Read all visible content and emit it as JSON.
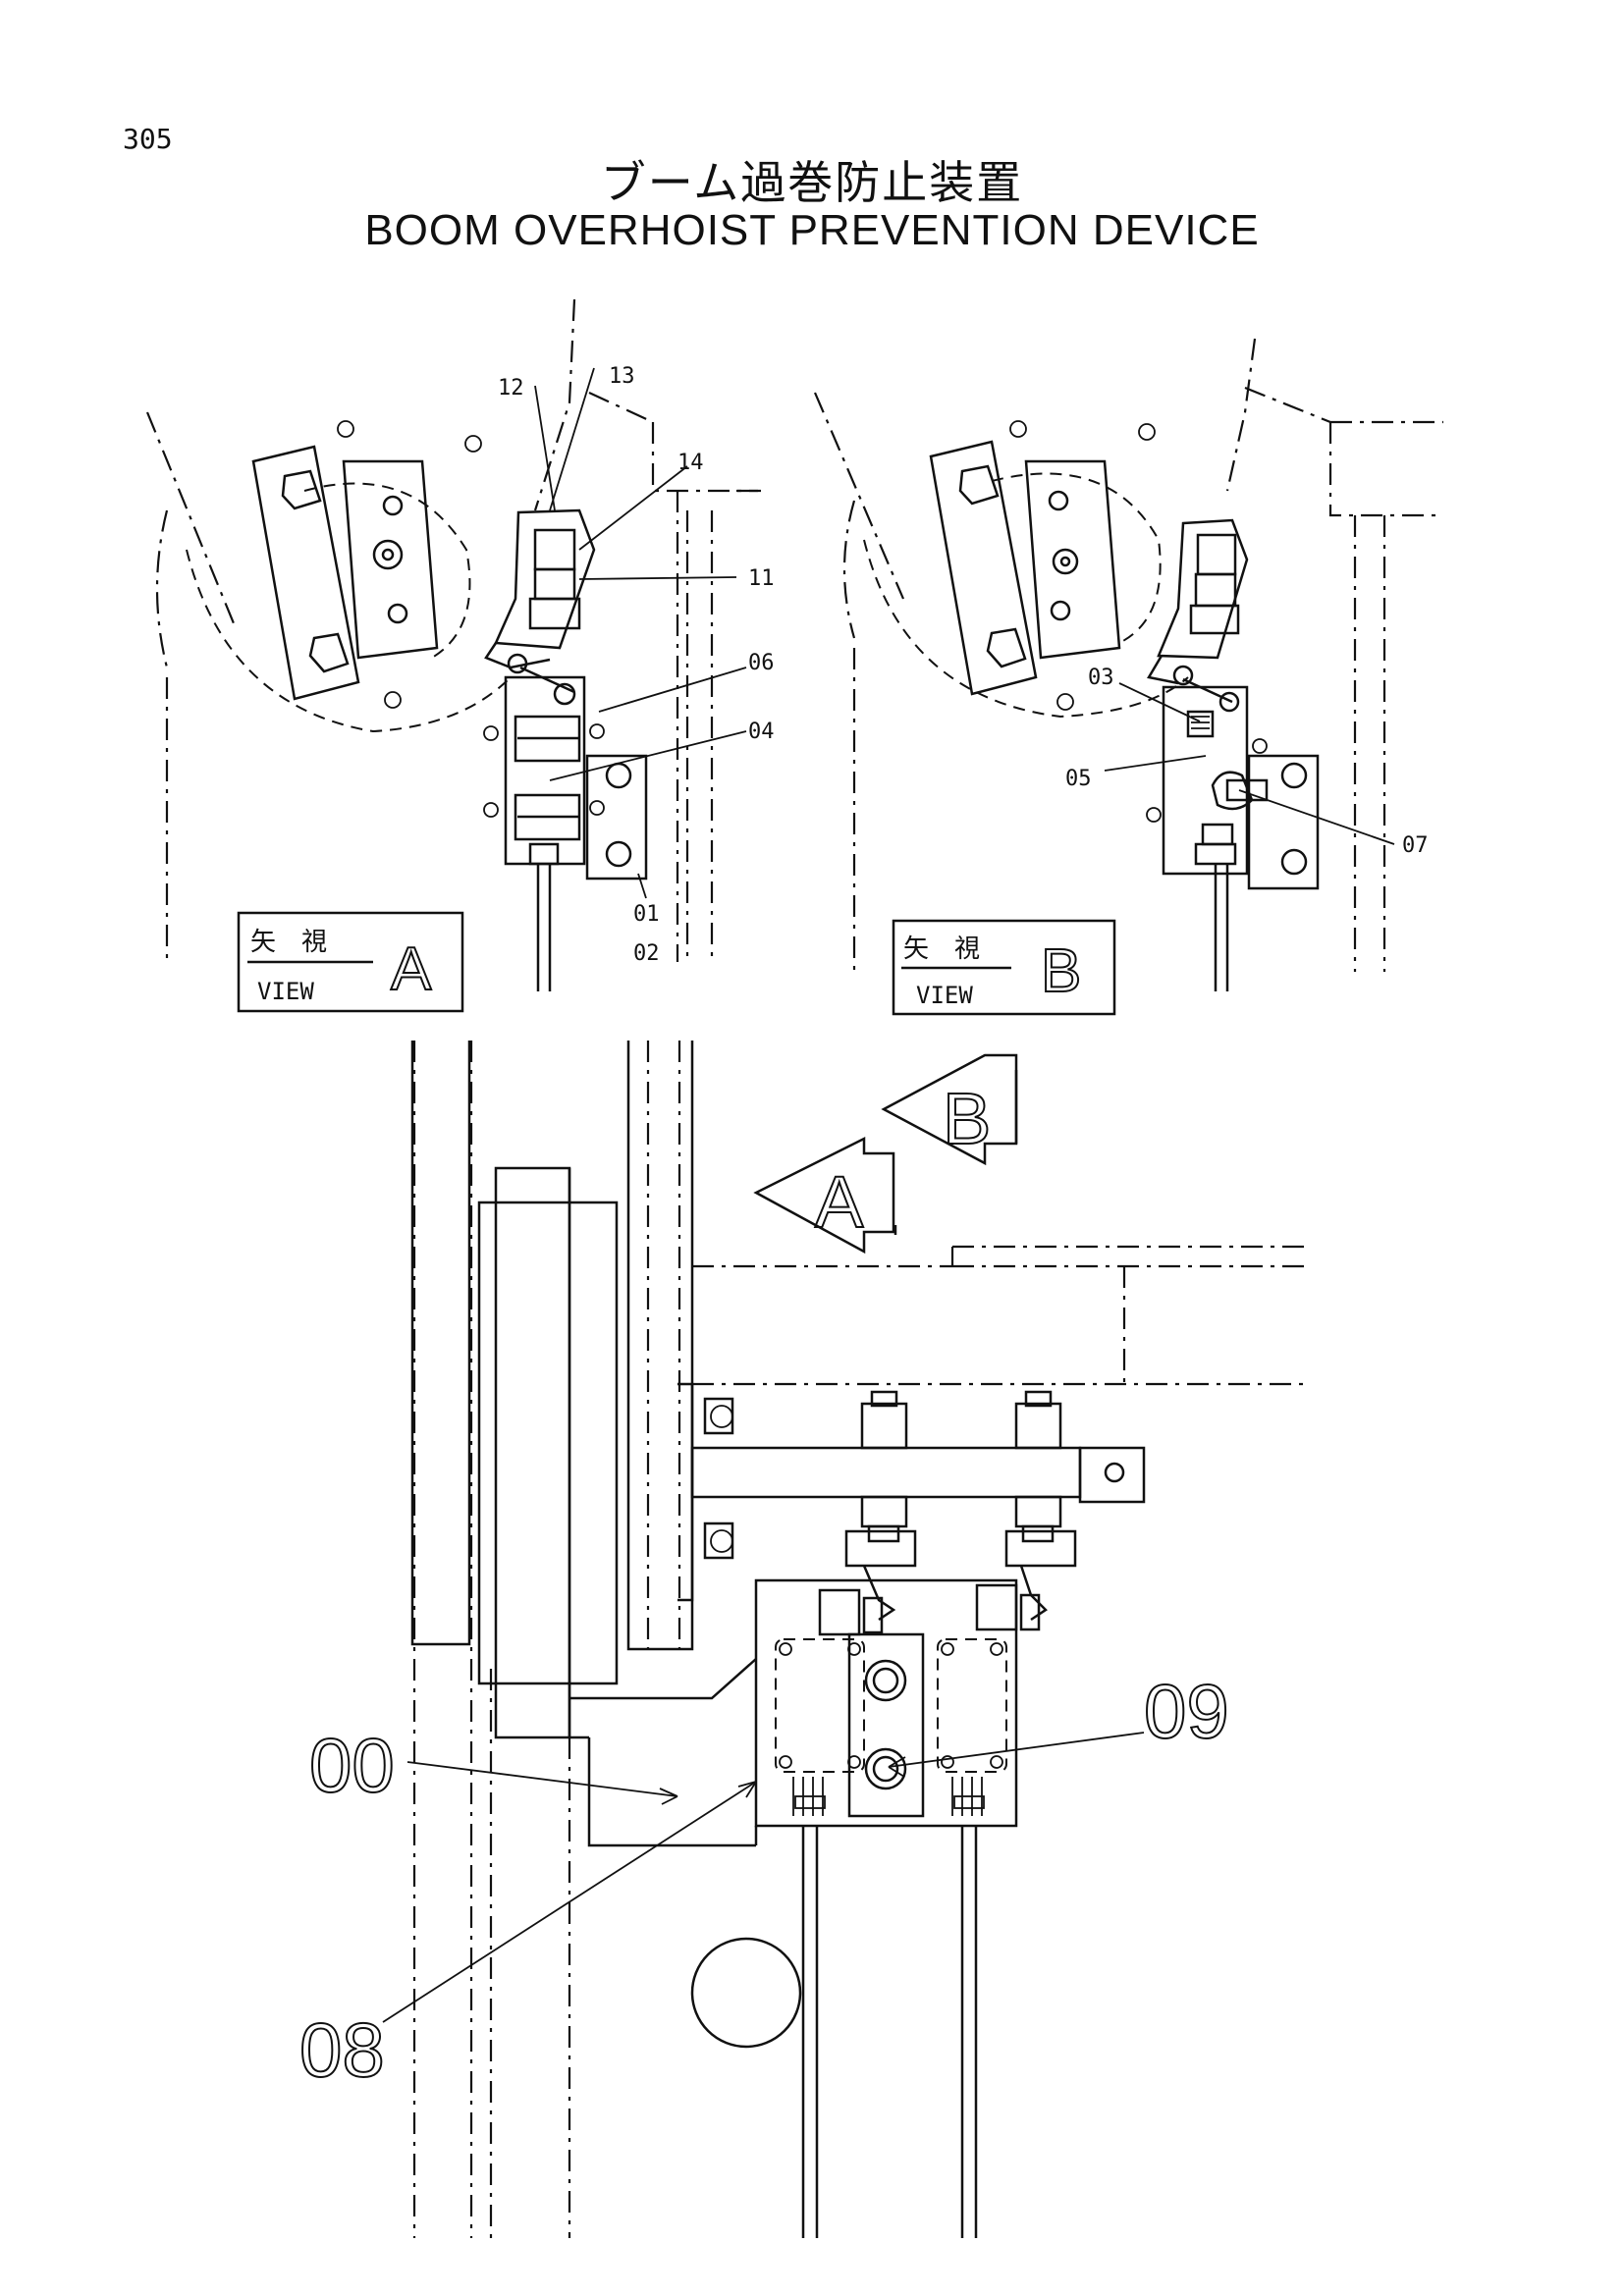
{
  "page_number": "305",
  "title_jp": "ブーム過巻防止装置",
  "title_en": "BOOM OVERHOIST PREVENTION DEVICE",
  "view_a": {
    "jp": "矢　視",
    "en": "VIEW",
    "letter": "A"
  },
  "view_b": {
    "jp": "矢　視",
    "en": "VIEW",
    "letter": "B"
  },
  "arrow_a_letter": "A",
  "arrow_b_letter": "B",
  "callouts_view_a": [
    "12",
    "13",
    "14",
    "11",
    "06",
    "04",
    "01",
    "02"
  ],
  "callouts_view_b": [
    "03",
    "05",
    "07"
  ],
  "callouts_main": [
    "00",
    "09",
    "08"
  ]
}
